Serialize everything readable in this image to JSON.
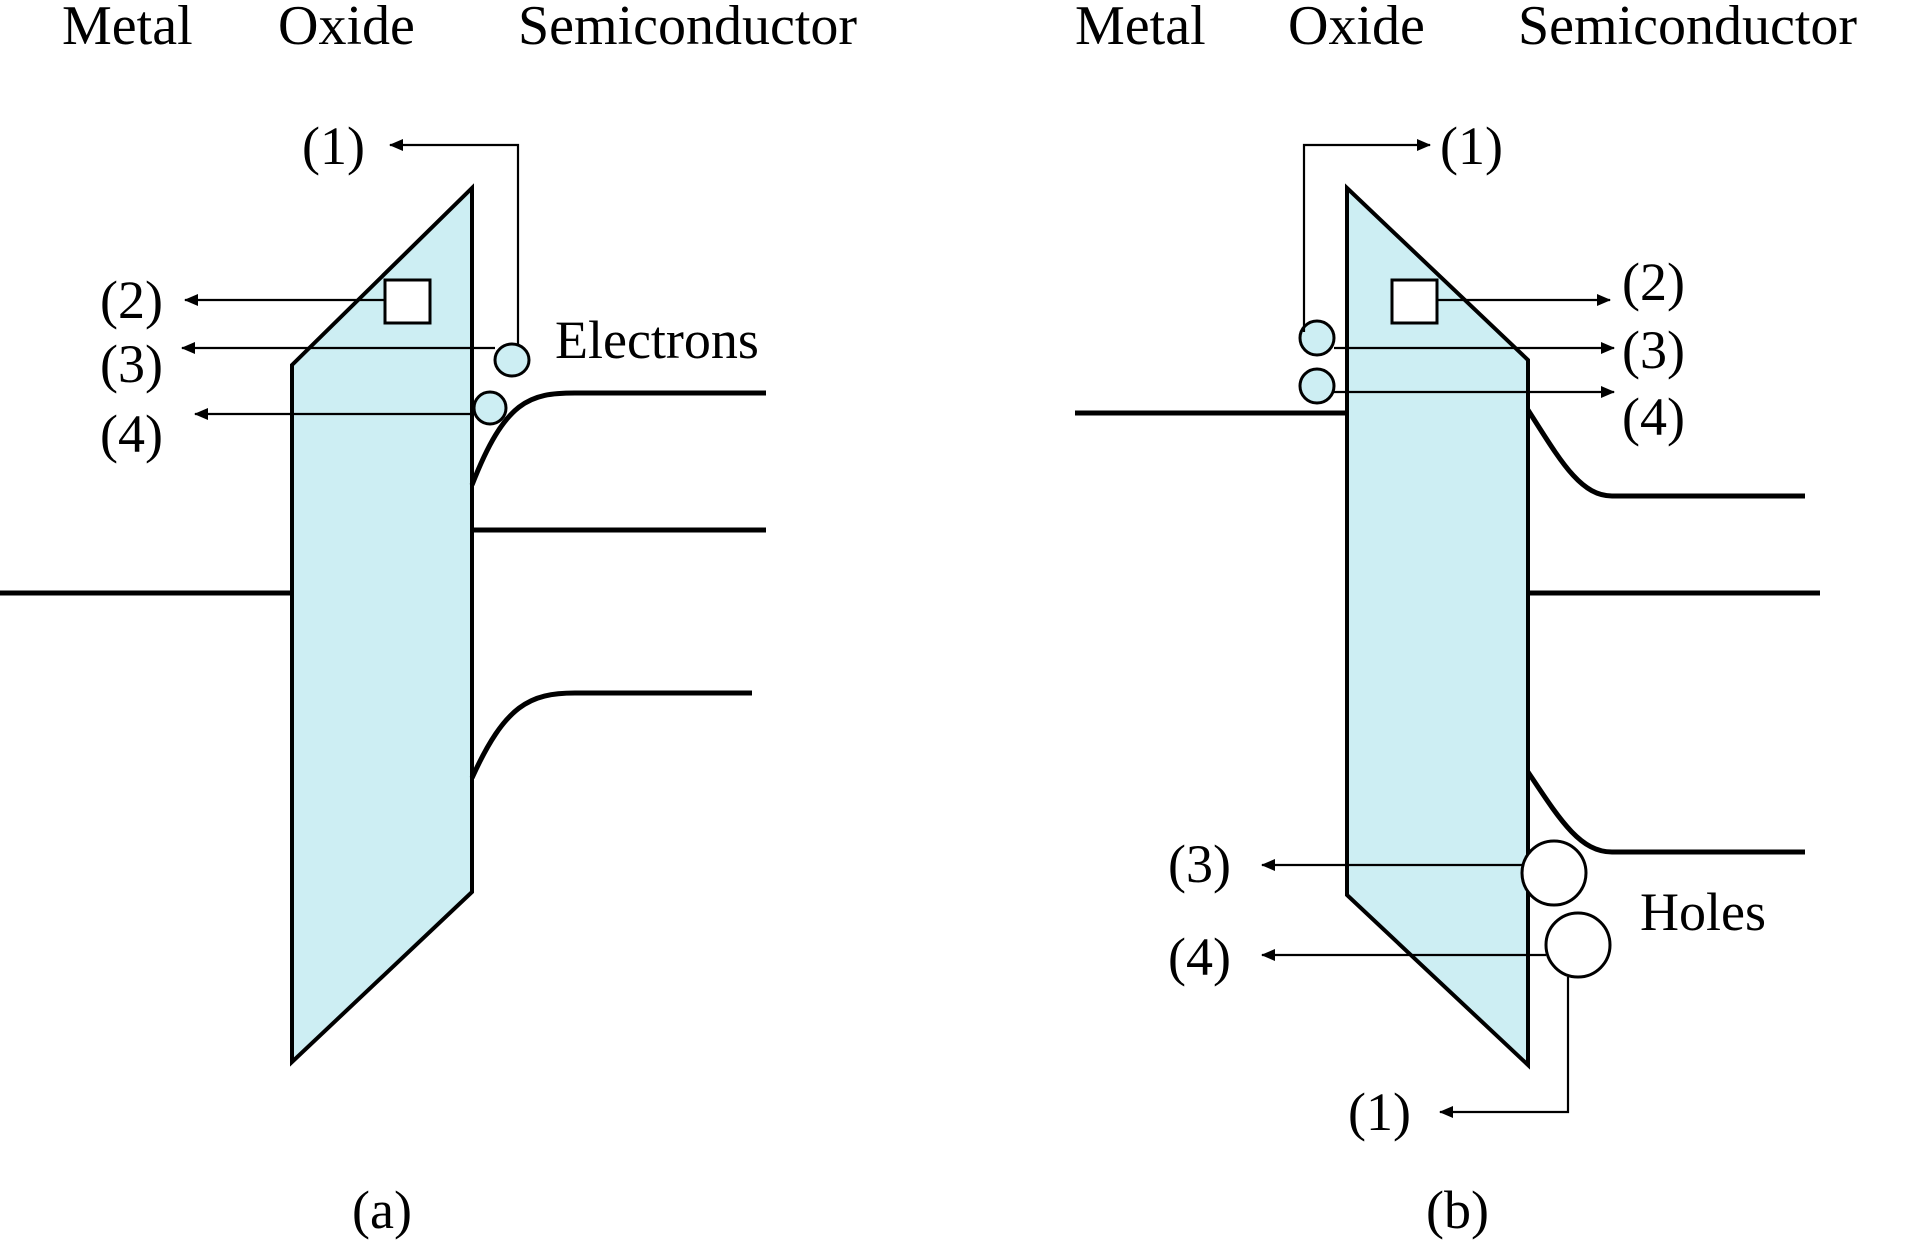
{
  "panel_a": {
    "headers": {
      "metal": "Metal",
      "oxide": "Oxide",
      "semiconductor": "Semiconductor"
    },
    "labels": {
      "p1": "(1)",
      "p2": "(2)",
      "p3": "(3)",
      "p4": "(4)"
    },
    "carrier_label": "Electrons",
    "caption": "(a)"
  },
  "panel_b": {
    "headers": {
      "metal": "Metal",
      "oxide": "Oxide",
      "semiconductor": "Semiconductor"
    },
    "labels": {
      "p1_top": "(1)",
      "p2": "(2)",
      "p3_top": "(3)",
      "p4_top": "(4)",
      "p3_bottom": "(3)",
      "p4_bottom": "(4)",
      "p1_bottom": "(1)"
    },
    "carrier_label": "Holes",
    "caption": "(b)"
  },
  "colors": {
    "oxide_fill": "#cdeef3",
    "line": "#000000",
    "background": "#ffffff"
  }
}
